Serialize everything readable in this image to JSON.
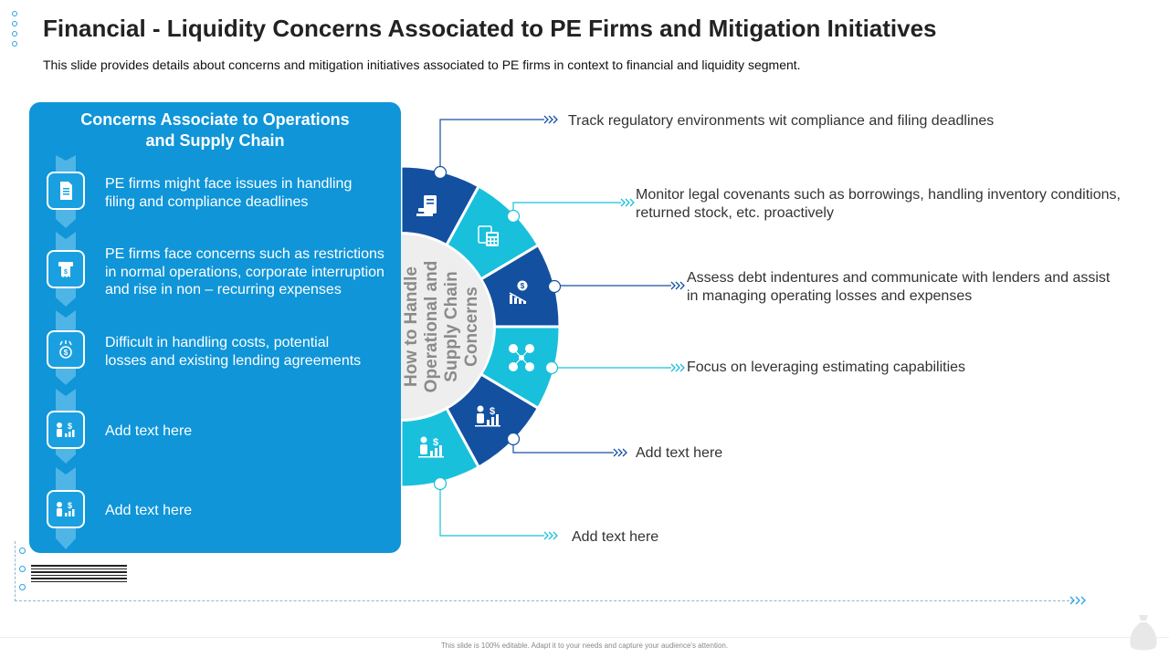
{
  "header": {
    "title": "Financial - Liquidity Concerns Associated to PE Firms and Mitigation Initiatives",
    "subtitle": "This slide provides details about concerns and mitigation initiatives associated to PE firms in context to financial and liquidity segment."
  },
  "panel": {
    "title_line1": "Concerns Associate to Operations",
    "title_line2": "and Supply Chain",
    "items": [
      {
        "icon": "document-icon",
        "line1": "PE firms might face issues in handling",
        "line2": "filing and compliance deadlines",
        "line3": ""
      },
      {
        "icon": "receipt-icon",
        "line1": "PE firms face concerns such as restrictions",
        "line2": "in normal operations, corporate interruption",
        "line3": "and rise in non – recurring expenses"
      },
      {
        "icon": "money-bag-icon",
        "line1": "Difficult in handling costs, potential",
        "line2": "losses and existing lending agreements",
        "line3": ""
      },
      {
        "icon": "business-growth-icon",
        "line1": "Add text here",
        "line2": "",
        "line3": ""
      },
      {
        "icon": "business-growth-icon",
        "line1": "Add text here",
        "line2": "",
        "line3": ""
      }
    ]
  },
  "wheel": {
    "center_line1": "How to Handle",
    "center_line2": "Operational and",
    "center_line3": "Supply Chain",
    "center_line4": "Concerns",
    "colors": {
      "dark": "#1450a0",
      "light": "#18c0dc",
      "hub": "#eeeeee"
    }
  },
  "initiatives": [
    {
      "line1": "Track regulatory environments wit compliance and filing deadlines",
      "line2": ""
    },
    {
      "line1": "Monitor legal covenants such as borrowings, handling inventory conditions,",
      "line2": "returned stock, etc. proactively"
    },
    {
      "line1": "Assess debt indentures and communicate with lenders and assist",
      "line2": "in managing operating losses and expenses"
    },
    {
      "line1": "Focus on leveraging estimating capabilities",
      "line2": ""
    },
    {
      "line1": "Add text here",
      "line2": ""
    },
    {
      "line1": "Add text here",
      "line2": ""
    }
  ],
  "footer": {
    "text": "This slide is 100% editable. Adapt it to your needs and capture your audience's attention."
  }
}
